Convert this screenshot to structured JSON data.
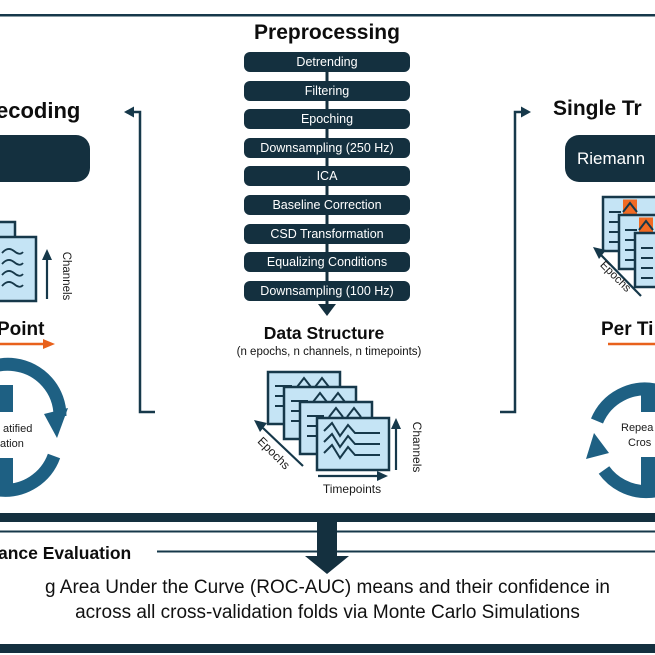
{
  "preprocessing": {
    "title": "Preprocessing",
    "steps": [
      "Detrending",
      "Filtering",
      "Epoching",
      "Downsampling (250 Hz)",
      "ICA",
      "Baseline Correction",
      "CSD Transformation",
      "Equalizing Conditions",
      "Downsampling (100 Hz)"
    ]
  },
  "data_structure": {
    "title": "Data Structure",
    "subtitle": "(n epochs, n channels, n timepoints)",
    "axes": {
      "epochs": "Epochs",
      "timepoints": "Timepoints",
      "channels": "Channels"
    }
  },
  "left_pipeline": {
    "title": "ecoding",
    "method_box": "",
    "per_label": "Point",
    "axis_channels": "Channels",
    "cv_line1": "atified",
    "cv_line2": "ation"
  },
  "right_pipeline": {
    "title": "Single Tr",
    "method_box": "Riemann",
    "per_label": "Per Ti",
    "axis_epochs": "Epochs",
    "cv_line1": "Repea",
    "cv_line2": "Cros"
  },
  "evaluation": {
    "heading": "ance Evaluation",
    "line1": "g Area Under the Curve (ROC-AUC) means and their confidence in",
    "line2": "across all cross-validation folds via Monte Carlo Simulations"
  },
  "colors": {
    "navy": "#14303F",
    "line_navy": "#16384A",
    "icon_blue": "#1E6083",
    "panel_blue": "#C5E4F5",
    "orange": "#F16A22",
    "arrow_orange": "#E8611C"
  }
}
